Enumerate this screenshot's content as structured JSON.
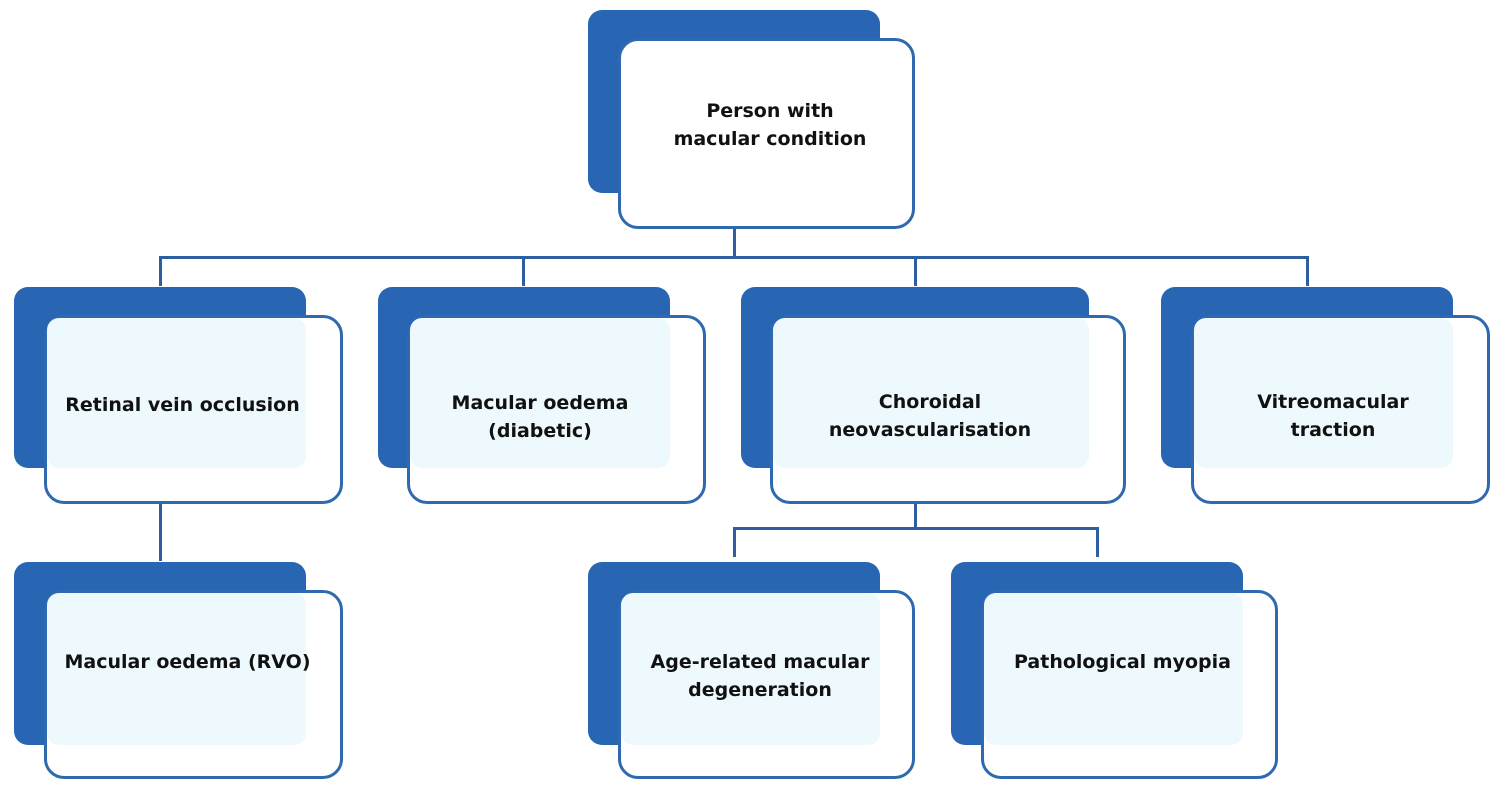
{
  "diagram": {
    "type": "hierarchy",
    "colors": {
      "accent": "#2866B3",
      "border": "#2F69B0",
      "connector": "#2D5FA0",
      "fill": "#EEF9FD"
    },
    "nodes": {
      "root": {
        "label": "Person with macular condition"
      },
      "rvo": {
        "label": "Retinal vein occlusion"
      },
      "diabetic": {
        "label": "Macular oedema (diabetic)"
      },
      "cnv": {
        "label": "Choroidal neovascularisation"
      },
      "vmt": {
        "label": "Vitreomacular traction"
      },
      "rvo_me": {
        "label": "Macular oedema (RVO)"
      },
      "amd": {
        "label": "Age-related macular degeneration"
      },
      "myopia": {
        "label": "Pathological myopia"
      }
    },
    "edges": [
      [
        "root",
        "rvo"
      ],
      [
        "root",
        "diabetic"
      ],
      [
        "root",
        "cnv"
      ],
      [
        "root",
        "vmt"
      ],
      [
        "rvo",
        "rvo_me"
      ],
      [
        "cnv",
        "amd"
      ],
      [
        "cnv",
        "myopia"
      ]
    ]
  }
}
